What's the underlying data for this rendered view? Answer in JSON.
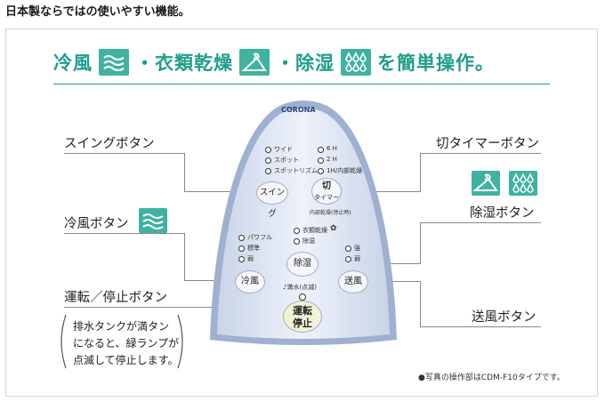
{
  "page_heading": "日本製ならではの使いやすい機能。",
  "banner": {
    "part1": "冷風",
    "sep1": "・衣類乾燥",
    "sep2": "・除湿",
    "tail": "を簡単操作。",
    "icons": [
      "wind-icon",
      "hanger-icon",
      "droplets-icon"
    ],
    "color": "#1f9e8c"
  },
  "callouts": {
    "swing": "スイングボタン",
    "cool": "冷風ボタン",
    "run": "運転／停止ボタン",
    "timer": "切タイマーボタン",
    "dehumid": "除湿ボタン",
    "fan": "送風ボタン"
  },
  "note": {
    "line1": "排水タンクが満タン",
    "line2": "になると、緑ランプが",
    "line3": "点滅して停止します。"
  },
  "remote": {
    "brand": "CORONA",
    "swing_opts": [
      "ワイド",
      "スポット",
      "スポットリズム"
    ],
    "timer_opts": [
      "6 H",
      "2 H",
      "1H/内部乾燥"
    ],
    "swing_btn": "スイング",
    "timer_btn_1": "切",
    "timer_btn_2": "タイマー",
    "timer_sub": "内部乾燥(停止時)",
    "mode_opts": [
      "衣類乾燥",
      "除湿"
    ],
    "cool_opts": [
      "パワフル",
      "標準",
      "弱"
    ],
    "fan_opts": [
      "強",
      "弱"
    ],
    "dehumid_btn": "除湿",
    "cool_btn": "冷風",
    "fan_btn": "送風",
    "tank_label": "♪満水(点滅)",
    "run_btn_1": "運転",
    "run_btn_2": "停止"
  },
  "footnote": "●写真の操作部はCDM-F10タイプです。",
  "accent_color": "#3fb2a0"
}
